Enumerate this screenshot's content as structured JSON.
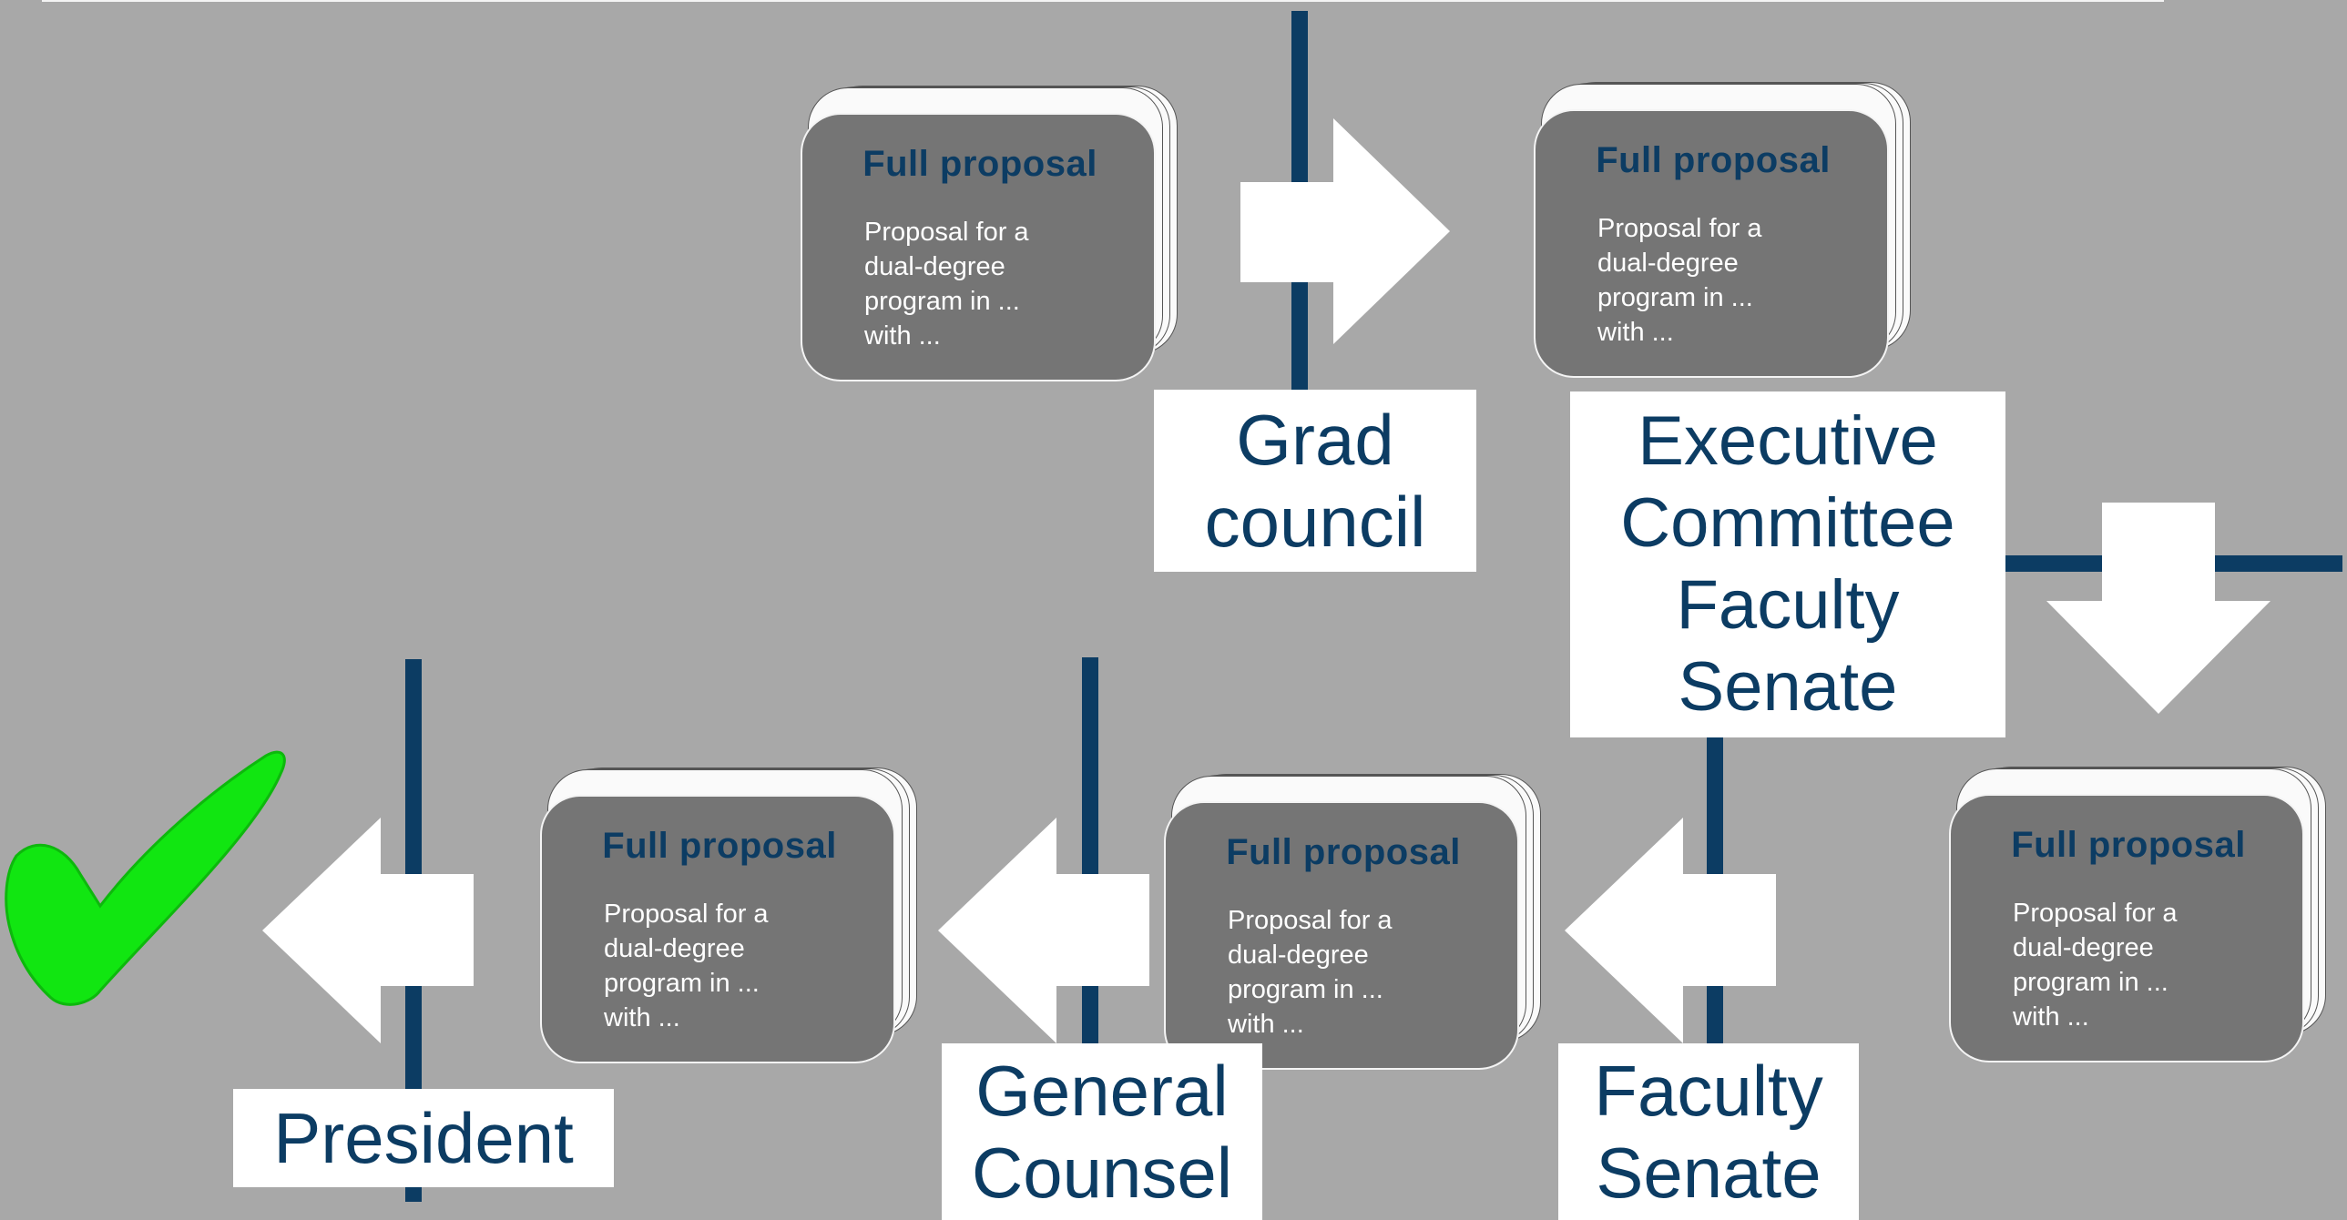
{
  "card": {
    "title": "Full proposal",
    "body": "Proposal for a\ndual-degree\nprogram in ...\nwith ..."
  },
  "labels": {
    "grad_council": "Grad\ncouncil",
    "exec_committee": "Executive\nCommittee\nFaculty\nSenate",
    "faculty_senate": "Faculty\nSenate",
    "general_counsel": "General\nCounsel",
    "president": "President"
  },
  "colors": {
    "background": "#a8a8a8",
    "line": "#0c3c63",
    "card": "#757575",
    "check": "#11e611",
    "label_text": "#0c3c63"
  },
  "icons": {
    "checkmark": "check-icon",
    "arrow": "block-arrow"
  }
}
